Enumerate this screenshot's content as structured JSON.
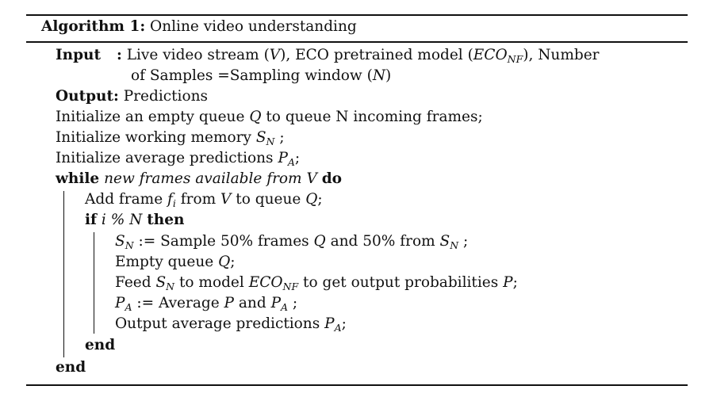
{
  "algorithm": {
    "caption_label": "Algorithm 1:",
    "caption_title": "Online video understanding",
    "input_label": "Input",
    "input_colon": ":",
    "input_text_1a": "Live video stream (",
    "input_var_v": "V",
    "input_text_1b": "), ECO pretrained model (",
    "input_var_eco": "ECO",
    "input_sub_nf": "NF",
    "input_text_1c": "), Number",
    "input_text_2a": "of Samples =Sampling window (",
    "input_var_n": "N",
    "input_text_2b": ")",
    "output_label": "Output:",
    "output_text": "Predictions",
    "init_1": "Initialize an empty queue ",
    "init_1_var": "Q",
    "init_1_rest": " to queue N incoming frames;",
    "init_2": "Initialize working memory ",
    "init_2_var": "S",
    "init_2_sub": "N",
    "init_2_rest": " ;",
    "init_3": "Initialize average predictions ",
    "init_3_var": "P",
    "init_3_sub": "A",
    "init_3_rest": ";",
    "while_kw": "while",
    "while_cond": "new frames available from V",
    "do_kw": "do",
    "add_frame_a": "Add frame ",
    "add_frame_var": "f",
    "add_frame_sub": "i",
    "add_frame_b": " from ",
    "add_frame_v": "V",
    "add_frame_c": " to queue ",
    "add_frame_q": "Q",
    "add_frame_d": ";",
    "if_kw": "if",
    "if_cond": "i % N",
    "then_kw": "then",
    "sample_var": "S",
    "sample_sub": "N",
    "sample_a": " := Sample 50% frames ",
    "sample_q": "Q",
    "sample_b": " and 50% from ",
    "sample_var2": "S",
    "sample_sub2": "N",
    "sample_c": " ;",
    "empty_a": "Empty queue ",
    "empty_q": "Q",
    "empty_b": ";",
    "feed_a": "Feed ",
    "feed_var": "S",
    "feed_sub": "N",
    "feed_b": " to model ",
    "feed_eco": "ECO",
    "feed_eco_sub": "NF",
    "feed_c": " to get output probabilities ",
    "feed_p": "P",
    "feed_d": ";",
    "avg_var": "P",
    "avg_sub": "A",
    "avg_a": " := Average ",
    "avg_p": "P",
    "avg_b": " and ",
    "avg_var2": "P",
    "avg_sub2": "A",
    "avg_c": " ;",
    "out_a": "Output average predictions ",
    "out_var": "P",
    "out_sub": "A",
    "out_b": ";",
    "end_inner": "end",
    "end_outer": "end"
  }
}
